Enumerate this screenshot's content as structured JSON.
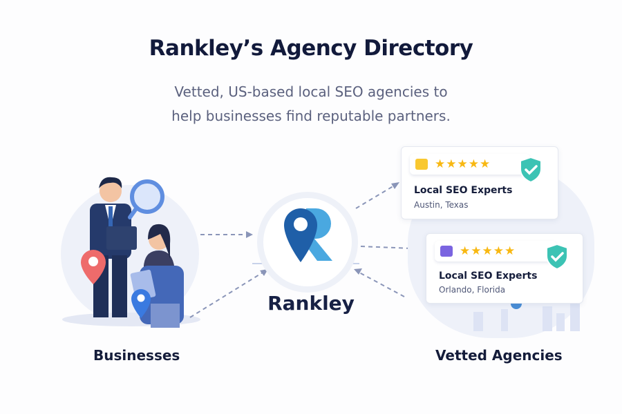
{
  "header": {
    "title": "Rankley’s Agency Directory",
    "subtitle_line1": "Vetted, US-based local SEO agencies to",
    "subtitle_line2": "help businesses find reputable partners."
  },
  "left": {
    "label": "Businesses",
    "illustration": "business-people-with-magnifier-and-map-pins"
  },
  "center": {
    "brand_name": "Rankley",
    "logo": "map-pin-R-logo"
  },
  "right": {
    "label": "Vetted Agencies",
    "cards": [
      {
        "title": "Local SEO Experts",
        "location": "Austin, Texas",
        "rating": "★★★★★",
        "badge_color": "#f9c830",
        "verified": true
      },
      {
        "title": "Local SEO Experts",
        "location": "Orlando, Florida",
        "rating": "★★★★★",
        "badge_color": "#7a64e0",
        "verified": true
      }
    ]
  },
  "colors": {
    "primary_dark": "#141c3a",
    "brand_blue": "#1f5fa8",
    "brand_light_blue": "#4aa8e0",
    "arrow": "#8a95b8",
    "star": "#f8b812",
    "shield": "#3cc3b4"
  }
}
